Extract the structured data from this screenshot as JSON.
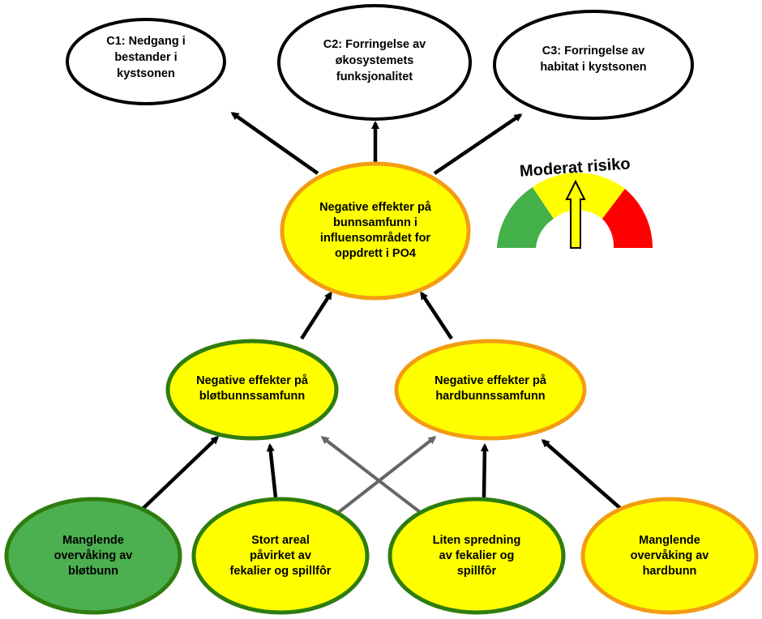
{
  "outcomes": [
    {
      "id": "c1",
      "label": "C1: Nedgang i\nbestander i\nkystsonen"
    },
    {
      "id": "c2",
      "label": "C2: Forringelse av\nøkosystemets\nfunksjonalitet"
    },
    {
      "id": "c3",
      "label": "C3: Forringelse av\nhabitat i kystsonen"
    }
  ],
  "central": {
    "label": "Negative effekter på\nbunnsamfunn i\ninfluensområdet for\noppdrett i PO4",
    "fill": "#ffff00",
    "stroke": "#f39c12"
  },
  "mid": [
    {
      "id": "soft",
      "label": "Negative effekter på\nbløtbunnssamfunn",
      "fill": "#ffff00",
      "stroke": "#2e7d0e"
    },
    {
      "id": "hard",
      "label": "Negative effekter på\nhardbunnssamfunn",
      "fill": "#ffff00",
      "stroke": "#f39c12"
    }
  ],
  "drivers": [
    {
      "id": "d1",
      "label": "Manglende\novervåking av\nbløtbunn",
      "fill": "#4caf50",
      "stroke": "#2e7d0e"
    },
    {
      "id": "d2",
      "label": "Stort areal\npåvirket av\nfekalier og spillfôr",
      "fill": "#ffff00",
      "stroke": "#2e7d0e"
    },
    {
      "id": "d3",
      "label": "Liten spredning\nav fekalier og\nspillfôr",
      "fill": "#ffff00",
      "stroke": "#2e7d0e"
    },
    {
      "id": "d4",
      "label": "Manglende\novervåking av\nhardbunn",
      "fill": "#ffff00",
      "stroke": "#f39c12"
    }
  ],
  "gauge": {
    "title": "Moderat risiko",
    "level": "moderate",
    "colors": {
      "low": "#43b04a",
      "moderate": "#ffff00",
      "high": "#ff0000",
      "needle": "#ffff00"
    }
  },
  "colors": {
    "arrow": "#000000",
    "cross_arrow": "#666666"
  }
}
